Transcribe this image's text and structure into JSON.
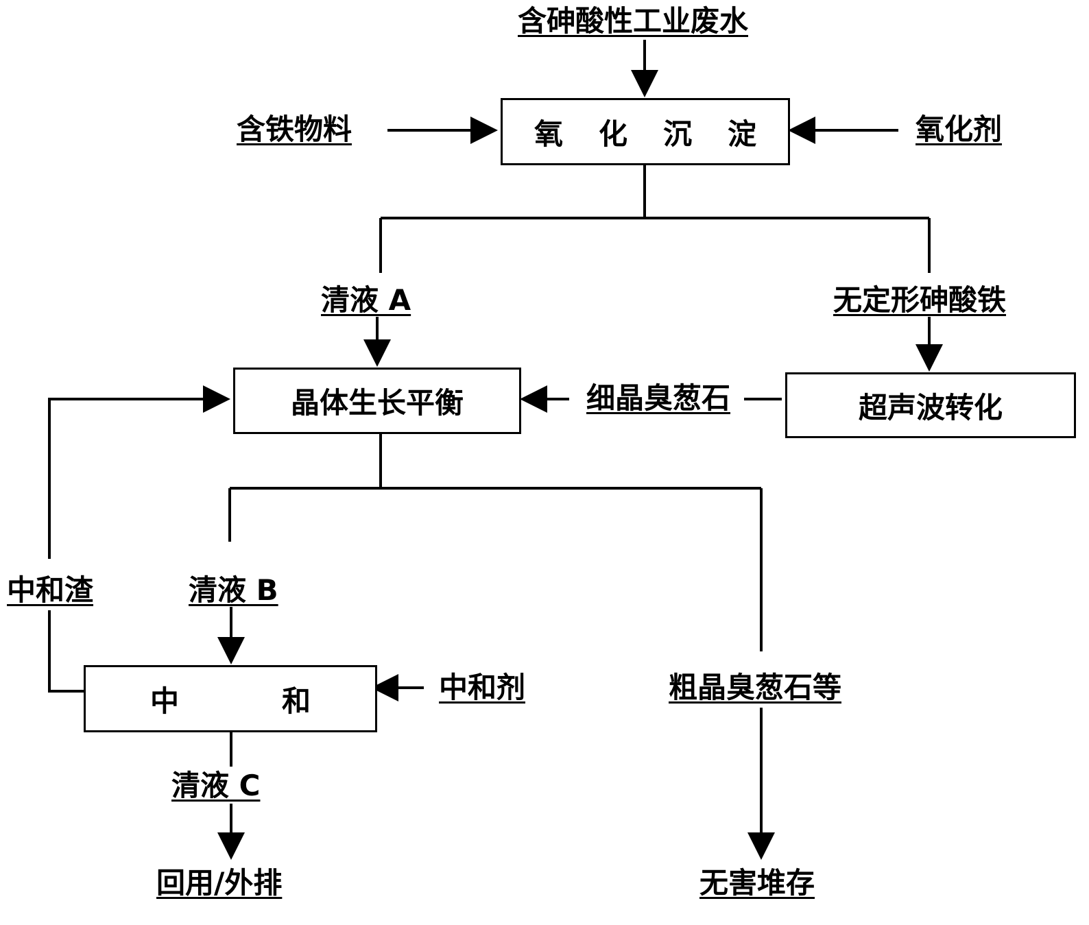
{
  "inputs": {
    "wastewater": "含砷酸性工业废水",
    "iron_material": "含铁物料",
    "oxidant": "氧化剂",
    "neutralizer": "中和剂"
  },
  "processes": {
    "oxidation_precipitation": [
      "氧",
      "化",
      "沉",
      "淀"
    ],
    "crystal_growth_equilibrium": "晶体生长平衡",
    "ultrasonic_conversion": "超声波转化",
    "neutralization": [
      "中",
      "和"
    ]
  },
  "streams": {
    "clear_liquid_a": "清液 A",
    "amorphous_ferric_arsenate": "无定形砷酸铁",
    "fine_scorodite": "细晶臭葱石",
    "clear_liquid_b": "清液 B",
    "neutralization_residue": "中和渣",
    "coarse_scorodite": "粗晶臭葱石等",
    "clear_liquid_c": "清液 C"
  },
  "outputs": {
    "reuse_discharge": "回用/外排",
    "harmless_storage": "无害堆存"
  }
}
